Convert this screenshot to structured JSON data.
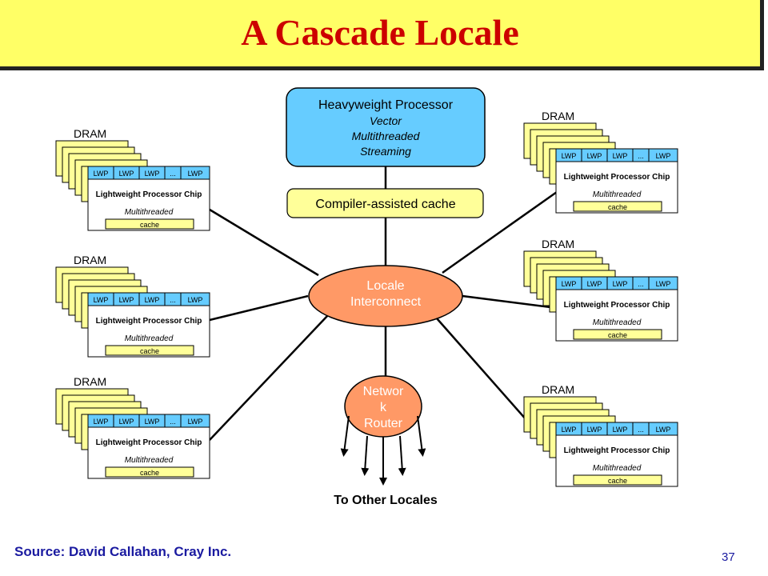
{
  "slide": {
    "title": "A Cascade Locale",
    "source": "Source: David Callahan, Cray Inc.",
    "page_number": "37"
  },
  "heavyweight": {
    "title": "Heavyweight Processor",
    "features": [
      "Vector",
      "Multithreaded",
      "Streaming"
    ]
  },
  "cache_box": "Compiler-assisted cache",
  "interconnect": [
    "Locale",
    "Interconnect"
  ],
  "router": [
    "Networ",
    "k",
    "Router"
  ],
  "to_other": "To Other Locales",
  "chip": {
    "dram": "DRAM",
    "cells": [
      "LWP",
      "LWP",
      "LWP",
      "...",
      "LWP"
    ],
    "name": "Lightweight Processor Chip",
    "sub": "Multithreaded",
    "cache": "cache"
  },
  "colors": {
    "title_bg": "#ffff66",
    "title_text": "#cc0000",
    "heavyweight_fill": "#66ccff",
    "cache_fill": "#ffff99",
    "interconnect_fill": "#ff9966",
    "router_fill": "#ff9966",
    "dram_fill": "#ffff99",
    "lwp_fill": "#66ccff",
    "chip_cache_fill": "#ffff99",
    "source_text": "#1a1aa0"
  }
}
